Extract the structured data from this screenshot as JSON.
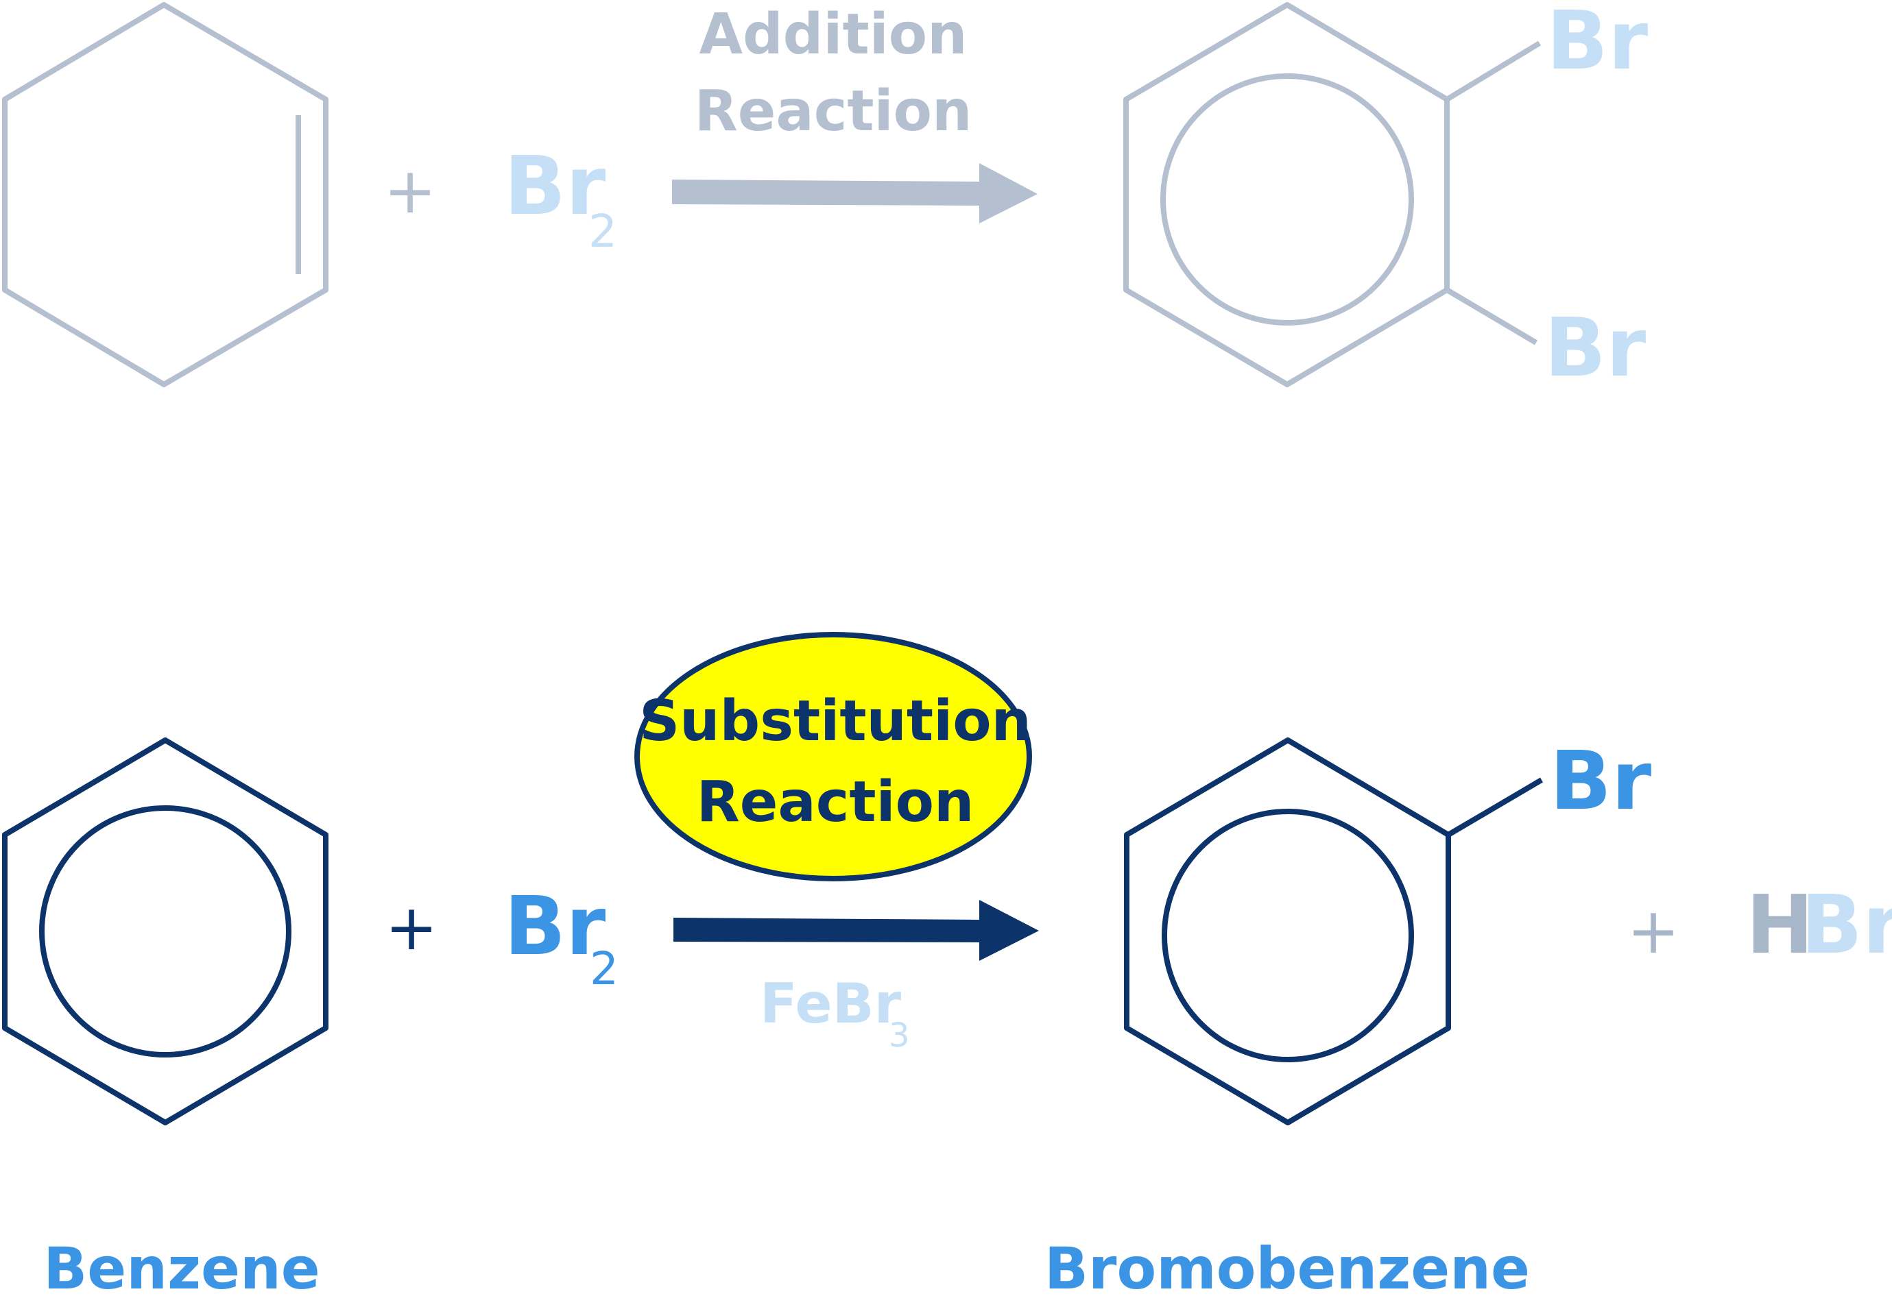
{
  "colors": {
    "faded_structure": "#b4c0d0",
    "faded_bromine": "#c5e0f6",
    "dark_navy": "#0d336b",
    "bright_blue": "#3c95e4",
    "label_blue": "#3c95e4",
    "highlight_yellow": "#ffff00",
    "hydrogen_gray": "#a8b6c9"
  },
  "top_reaction": {
    "plus": "+",
    "reagent_main": "Br",
    "reagent_sub": "2",
    "arrow_label_line1": "Addition",
    "arrow_label_line2": "Reaction",
    "product_br_top": "Br",
    "product_br_bottom": "Br"
  },
  "bottom_reaction": {
    "plus": "+",
    "reagent_main": "Br",
    "reagent_sub": "2",
    "arrow_label_line1": "Substitution",
    "arrow_label_line2": "Reaction",
    "catalyst_main": "FeBr",
    "catalyst_sub": "3",
    "product_br": "Br",
    "plus_2": "+",
    "byproduct_h": "H",
    "byproduct_br": "Br"
  },
  "labels": {
    "reactant_name": "Benzene",
    "product_name": "Bromobenzene"
  }
}
